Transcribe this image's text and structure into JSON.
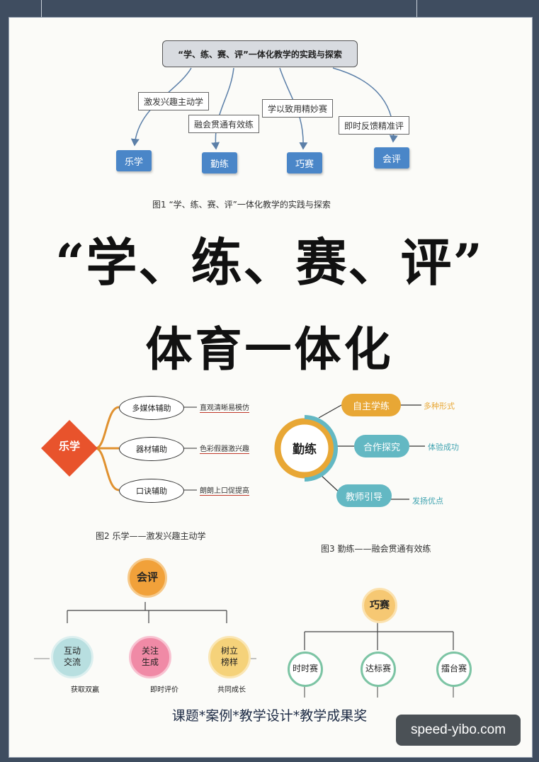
{
  "fig1": {
    "root": "“学、练、赛、评”一体化教学的实践与探索",
    "branches": [
      {
        "label": "激发兴趣主动学",
        "target": "乐学"
      },
      {
        "label": "融会贯通有效练",
        "target": "勤练"
      },
      {
        "label": "学以致用精妙赛",
        "target": "巧赛"
      },
      {
        "label": "即时反馈精准评",
        "target": "会评"
      }
    ],
    "caption": "图1 “学、练、赛、评”一体化教学的实践与探索"
  },
  "title_line1": "“学、练、赛、评”",
  "title_line2": "体育一体化",
  "fig2": {
    "center": "乐学",
    "items": [
      {
        "label": "多媒体辅助",
        "note": "直观清晰易模仿"
      },
      {
        "label": "器材辅助",
        "note": "色彩假器激兴趣"
      },
      {
        "label": "口诀辅助",
        "note": "朗朗上口促提高"
      }
    ],
    "caption": "图2 乐学——激发兴趣主动学"
  },
  "fig3": {
    "center": "勤练",
    "items": [
      {
        "label": "自主学练",
        "note": "多种形式",
        "color": "#e8a735"
      },
      {
        "label": "合作探究",
        "note": "体验成功",
        "color": "#63b8c3"
      },
      {
        "label": "教师引导",
        "note": "发扬优点",
        "color": "#63b8c3"
      }
    ],
    "caption": "图3 勤练——融会贯通有效练"
  },
  "fig4": {
    "center": "会评",
    "items": [
      {
        "label": "互动\n交流",
        "note": "获取双赢",
        "color": "#b8dfe0"
      },
      {
        "label": "关注\n生成",
        "note": "即时评价",
        "color": "#f08aa6"
      },
      {
        "label": "树立\n榜样",
        "note": "共同成长",
        "color": "#f5d27a"
      }
    ]
  },
  "fig5": {
    "center": "巧赛",
    "items": [
      "时时赛",
      "达标赛",
      "擂台赛"
    ]
  },
  "footer": "课题*案例*教学设计*教学成果奖",
  "watermark": "speed-yibo.com"
}
